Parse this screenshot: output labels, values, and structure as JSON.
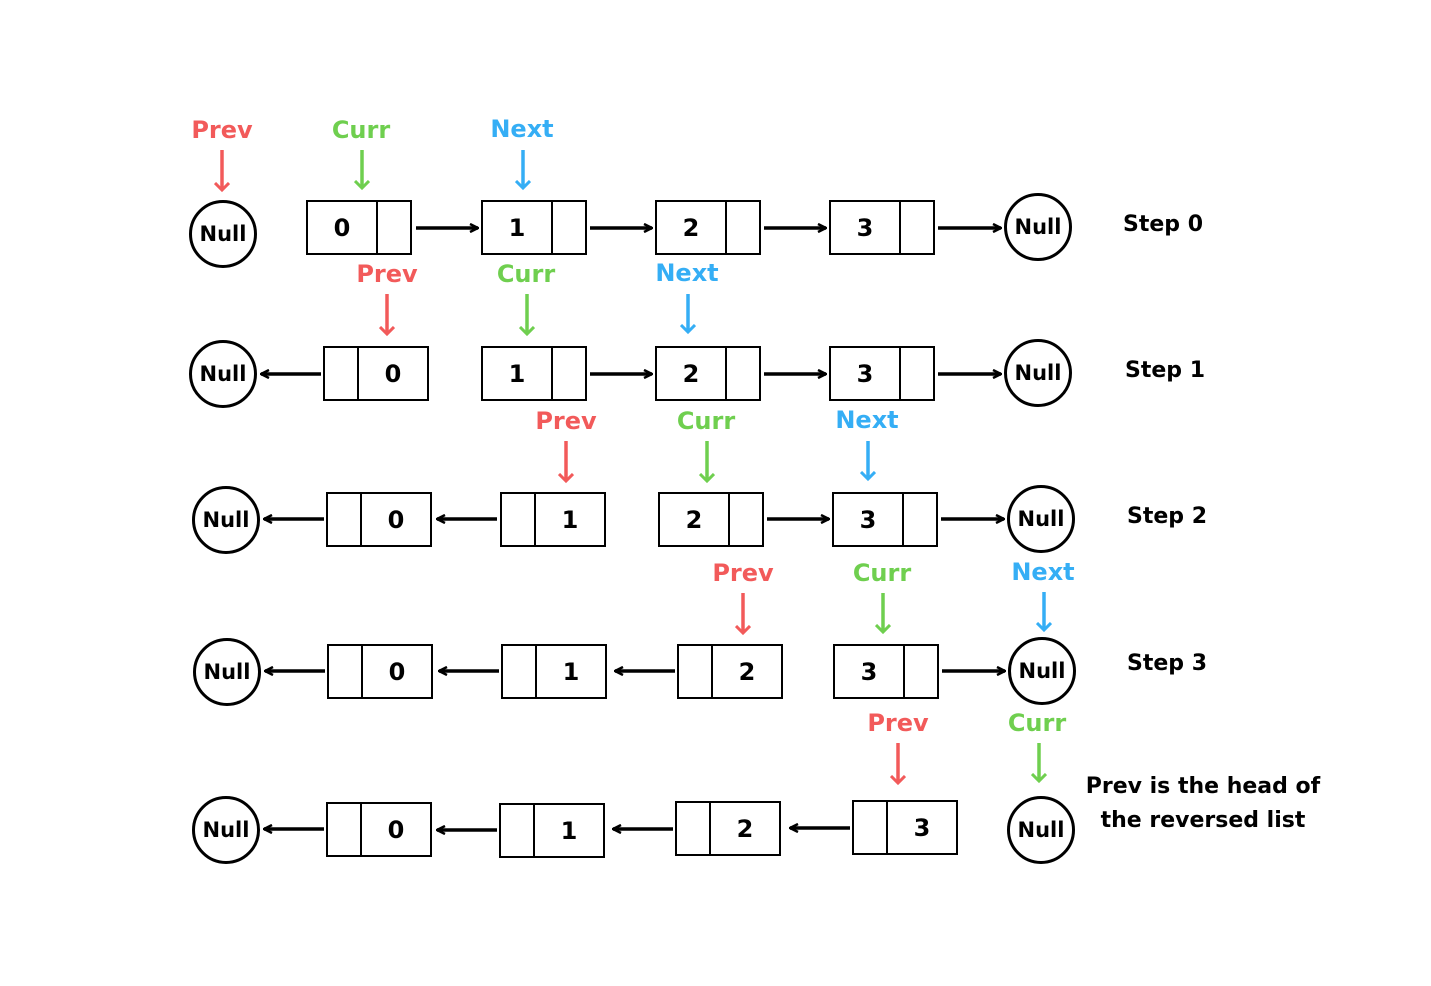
{
  "colors": {
    "prev": "#f25a5a",
    "curr": "#6fcf4f",
    "next": "#35aef5",
    "line": "#000000"
  },
  "pointer_names": {
    "prev": "Prev",
    "curr": "Curr",
    "next": "Next"
  },
  "null_label": "Null",
  "steps": [
    {
      "label": "Step 0",
      "left_null": "Null",
      "nodes": [
        {
          "value": "0",
          "dir": "forward"
        },
        {
          "value": "1",
          "dir": "forward"
        },
        {
          "value": "2",
          "dir": "forward"
        },
        {
          "value": "3",
          "dir": "forward"
        }
      ],
      "right_null": "Null",
      "pointers": [
        "Prev",
        "Curr",
        "Next"
      ]
    },
    {
      "label": "Step 1",
      "left_null": "Null",
      "nodes": [
        {
          "value": "0",
          "dir": "reversed"
        },
        {
          "value": "1",
          "dir": "forward"
        },
        {
          "value": "2",
          "dir": "forward"
        },
        {
          "value": "3",
          "dir": "forward"
        }
      ],
      "right_null": "Null",
      "pointers": [
        "Prev",
        "Curr",
        "Next"
      ]
    },
    {
      "label": "Step 2",
      "left_null": "Null",
      "nodes": [
        {
          "value": "0",
          "dir": "reversed"
        },
        {
          "value": "1",
          "dir": "reversed"
        },
        {
          "value": "2",
          "dir": "forward"
        },
        {
          "value": "3",
          "dir": "forward"
        }
      ],
      "right_null": "Null",
      "pointers": [
        "Prev",
        "Curr",
        "Next"
      ]
    },
    {
      "label": "Step 3",
      "left_null": "Null",
      "nodes": [
        {
          "value": "0",
          "dir": "reversed"
        },
        {
          "value": "1",
          "dir": "reversed"
        },
        {
          "value": "2",
          "dir": "reversed"
        },
        {
          "value": "3",
          "dir": "forward"
        }
      ],
      "right_null": "Null",
      "pointers": [
        "Prev",
        "Curr",
        "Next"
      ]
    },
    {
      "label": "",
      "left_null": "Null",
      "nodes": [
        {
          "value": "0",
          "dir": "reversed"
        },
        {
          "value": "1",
          "dir": "reversed"
        },
        {
          "value": "2",
          "dir": "reversed"
        },
        {
          "value": "3",
          "dir": "reversed"
        }
      ],
      "right_null": "Null",
      "pointers": [
        "Prev",
        "Curr"
      ]
    }
  ],
  "final_caption": "Prev is the head of the reversed list"
}
